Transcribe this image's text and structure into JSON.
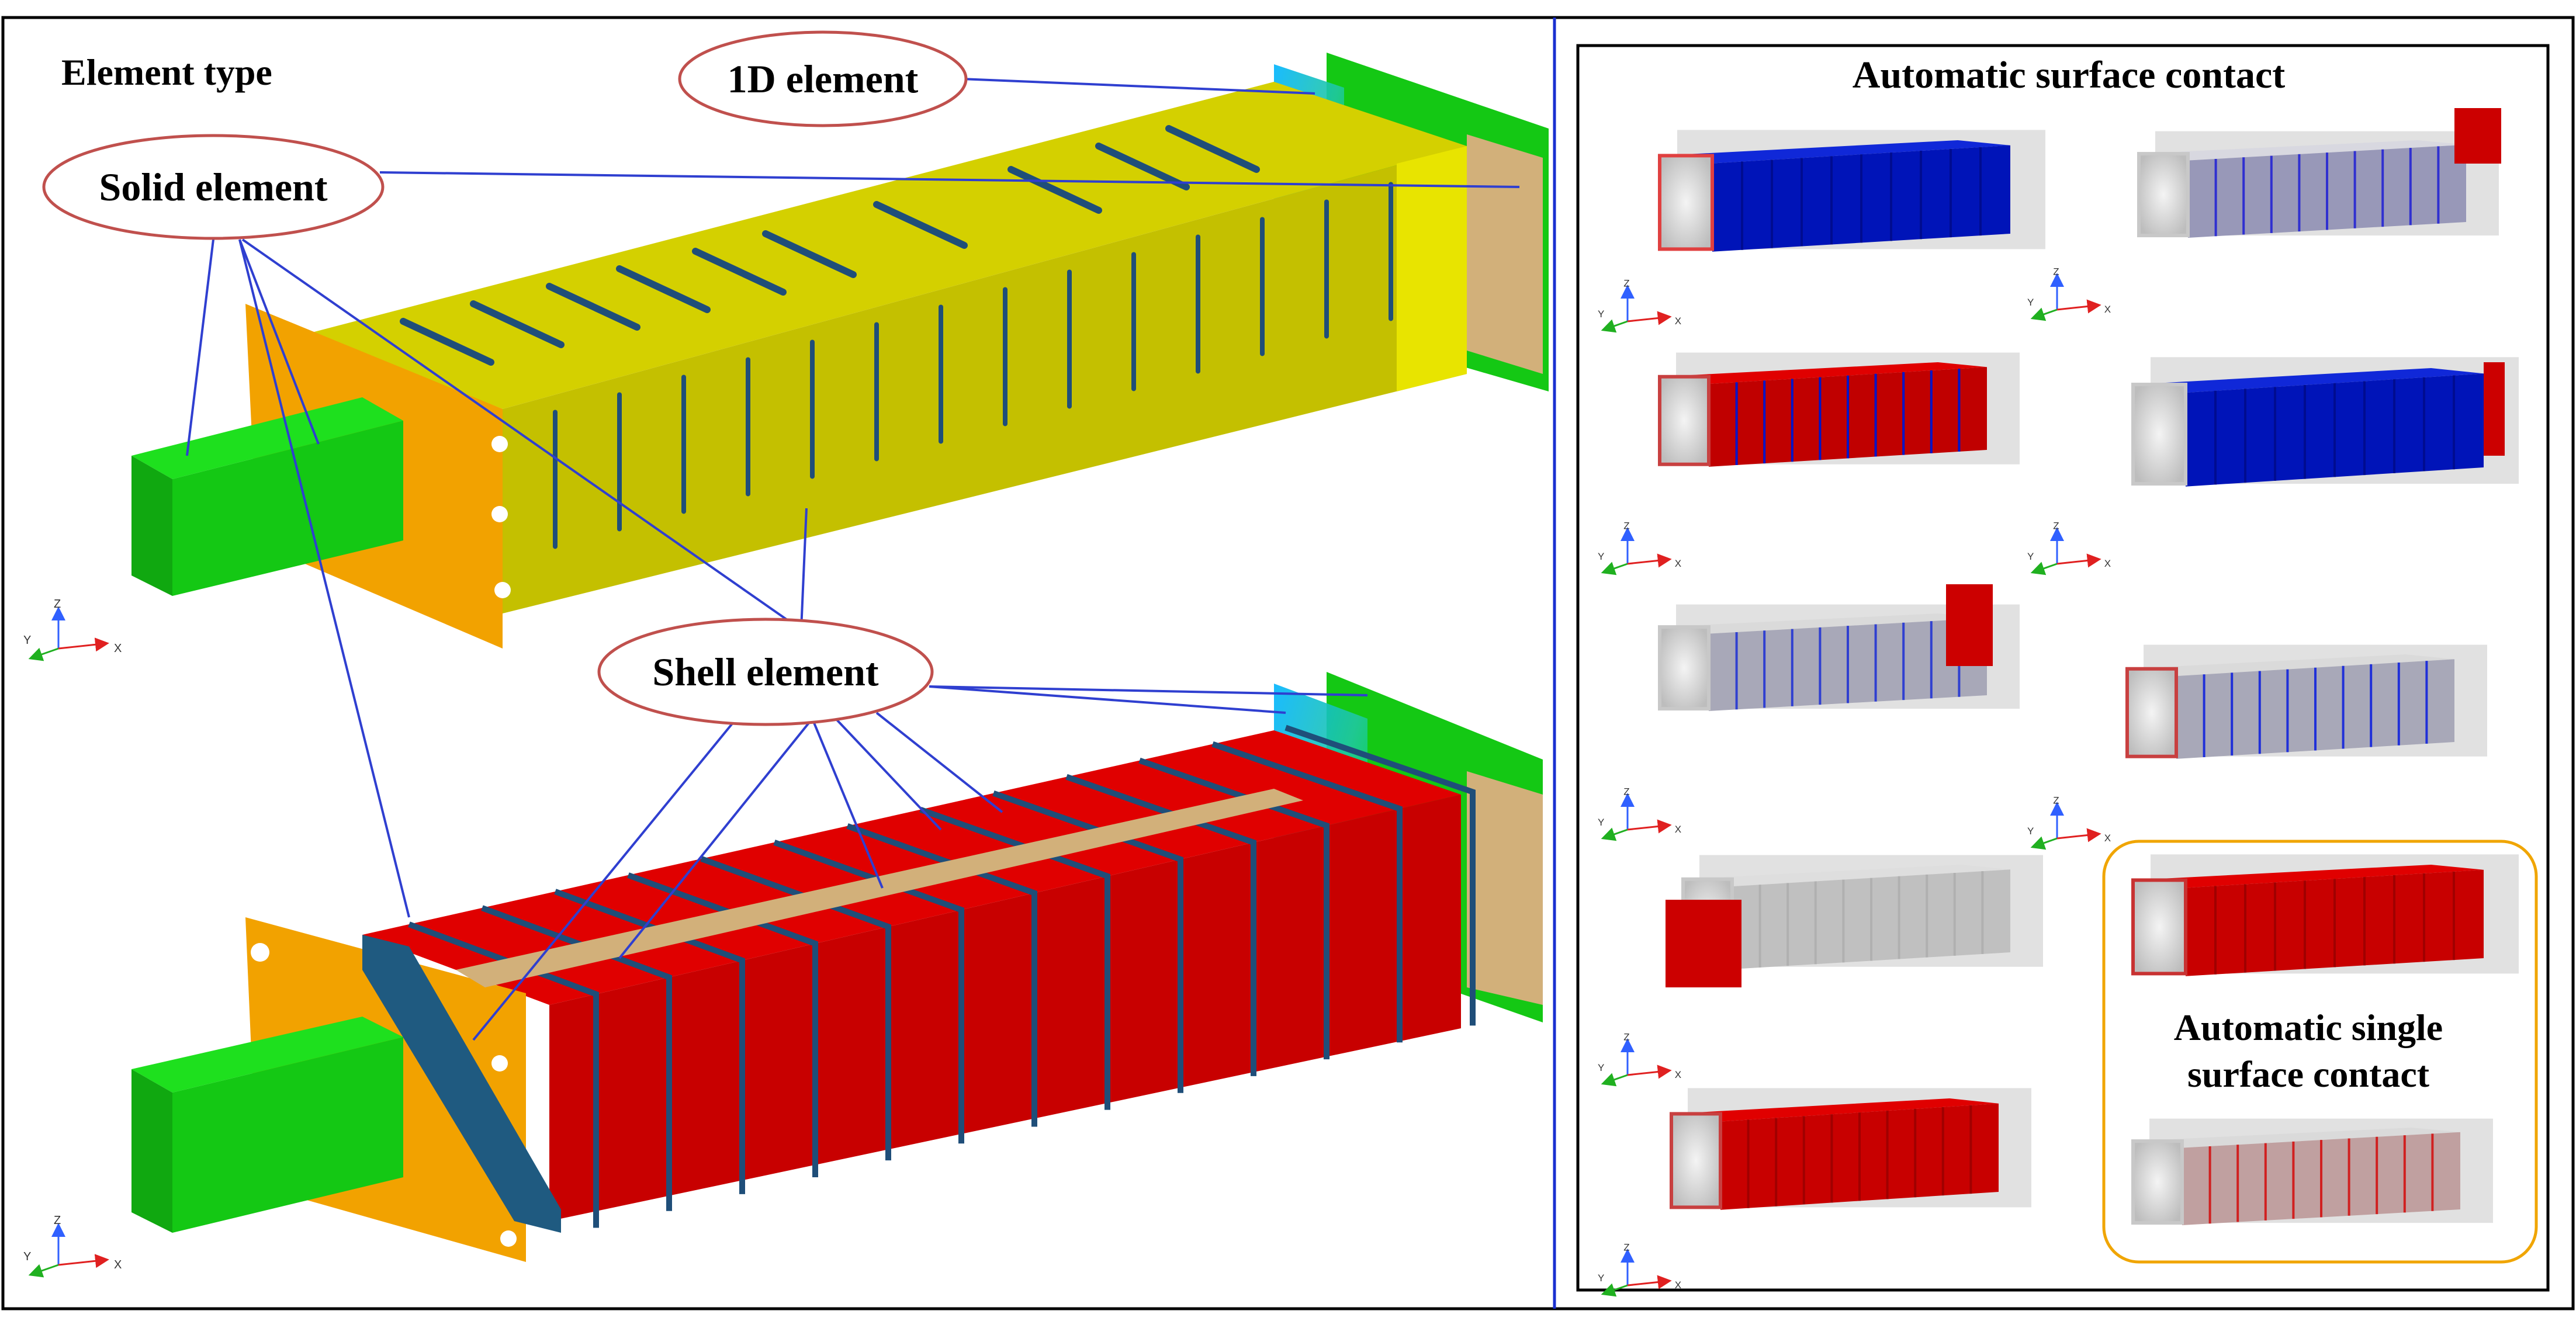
{
  "left_panel": {
    "title": "Element type",
    "callouts": {
      "one_d": "1D element",
      "solid": "Solid element",
      "shell": "Shell element"
    }
  },
  "right_panel": {
    "title": "Automatic surface contact",
    "single_box_label_line1": "Automatic single",
    "single_box_label_line2": "surface contact"
  },
  "axis_triad": {
    "z": "Z",
    "y": "Y",
    "x": "X"
  },
  "colors": {
    "yellow_shell": "#d4d000",
    "green_solid": "#14c814",
    "orange_plate": "#f2a200",
    "red_cell": "#cc0000",
    "blue_cell": "#0014c8",
    "dark_blue_1d": "#1f4e79",
    "gray_ghost": "#c8c8c8",
    "callout_border": "#c0504d",
    "leader_line": "#2f3fd0",
    "highlight_box": "#f0a500"
  }
}
